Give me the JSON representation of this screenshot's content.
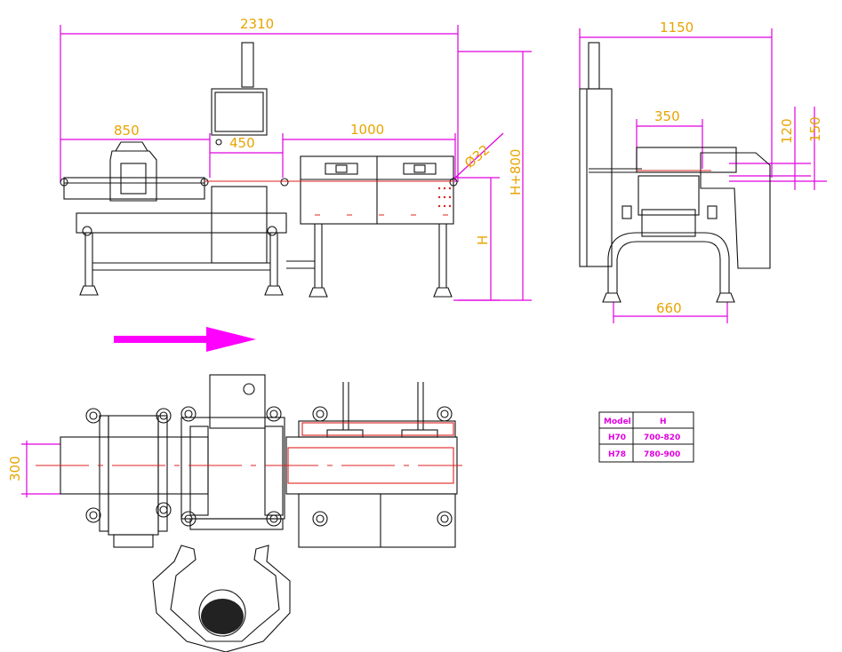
{
  "dimensions": {
    "overall_length": "2310",
    "detector_length": "850",
    "frame_length": "450",
    "conveyor_length": "1000",
    "roller_diameter": "Ø32",
    "height_total": "H+800",
    "height": "H",
    "side_width": "1150",
    "side_belt_width": "350",
    "side_base": "660",
    "side_h1": "120",
    "side_h2": "150",
    "top_width": "300"
  },
  "table": {
    "headers": [
      "Model",
      "H"
    ],
    "rows": [
      [
        "H70",
        "700-820"
      ],
      [
        "H78",
        "780-900"
      ]
    ]
  },
  "colors": {
    "dimension_line": "#e000e0",
    "dimension_text": "#e8a400",
    "outline": "#111111",
    "centerline": "#e02020"
  }
}
